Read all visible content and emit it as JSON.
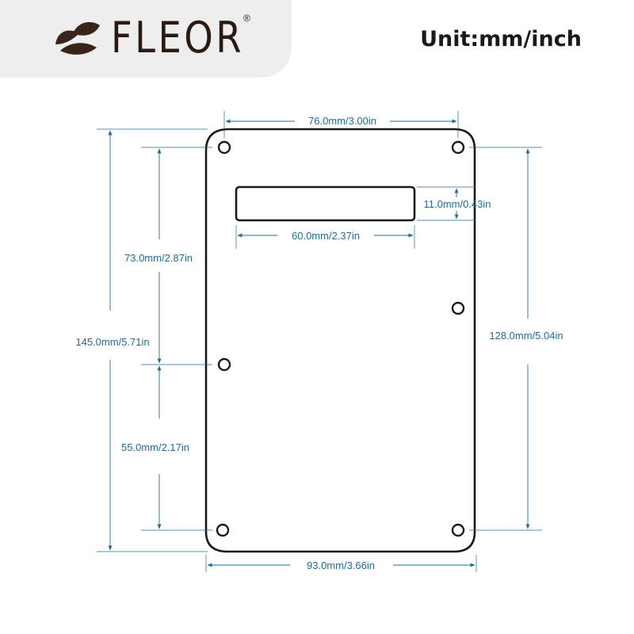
{
  "brand": {
    "name": "FLEOR",
    "registered": "®",
    "logo_icon": "leaf-logo-icon"
  },
  "unit_label": "Unit:mm/inch",
  "colors": {
    "dimension": "#1f6d98",
    "outline": "#1a1a1a",
    "brand": "#2b1a12",
    "brand_bg": "#eeeeee"
  },
  "dimensions": {
    "top_hole_spacing": "76.0mm/3.00in",
    "slot_height": "11.0mm/0.43in",
    "slot_width": "60.0mm/2.37in",
    "upper_hole_spacing": "73.0mm/2.87in",
    "overall_height": "145.0mm/5.71in",
    "right_hole_spacing": "128.0mm/5.04in",
    "lower_hole_spacing": "55.0mm/2.17in",
    "overall_width": "93.0mm/3.66in"
  }
}
